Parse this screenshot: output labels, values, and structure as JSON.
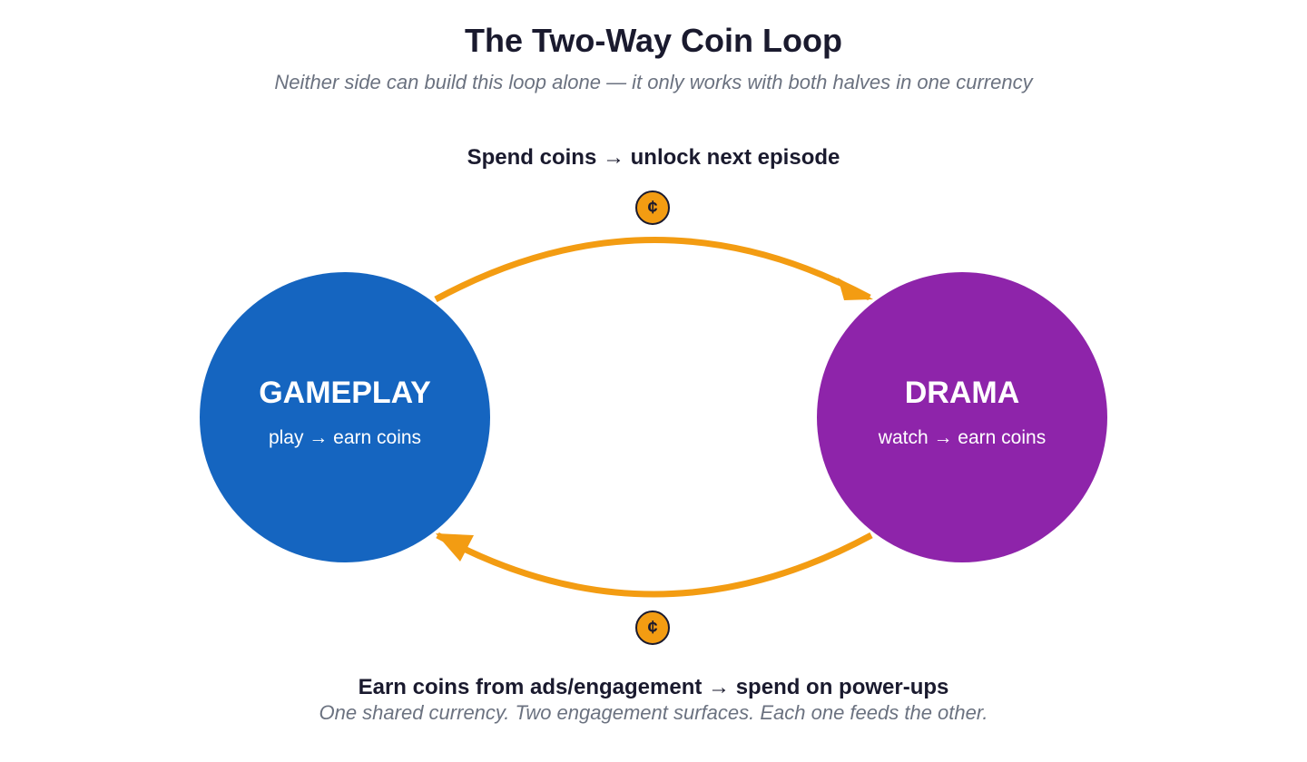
{
  "title": "The Two-Way Coin Loop",
  "subtitle": "Neither side can build this loop alone — it only works with both halves in one currency",
  "top_flow": {
    "label": "Spend coins → unlock next episode",
    "coin_symbol": "¢"
  },
  "bottom_flow": {
    "label": "Earn coins from ads/engagement → spend on power-ups",
    "coin_symbol": "¢"
  },
  "nodes": {
    "gameplay": {
      "title": "GAMEPLAY",
      "subtitle": "play → earn coins",
      "color": "#1565c0"
    },
    "drama": {
      "title": "DRAMA",
      "subtitle": "watch → earn coins",
      "color": "#8e24aa"
    }
  },
  "footer": "One shared currency. Two engagement surfaces. Each one feeds the other.",
  "colors": {
    "arrow": "#f39c12",
    "coin": "#f39c12",
    "text": "#1a1a2e",
    "muted": "#6b7280"
  }
}
